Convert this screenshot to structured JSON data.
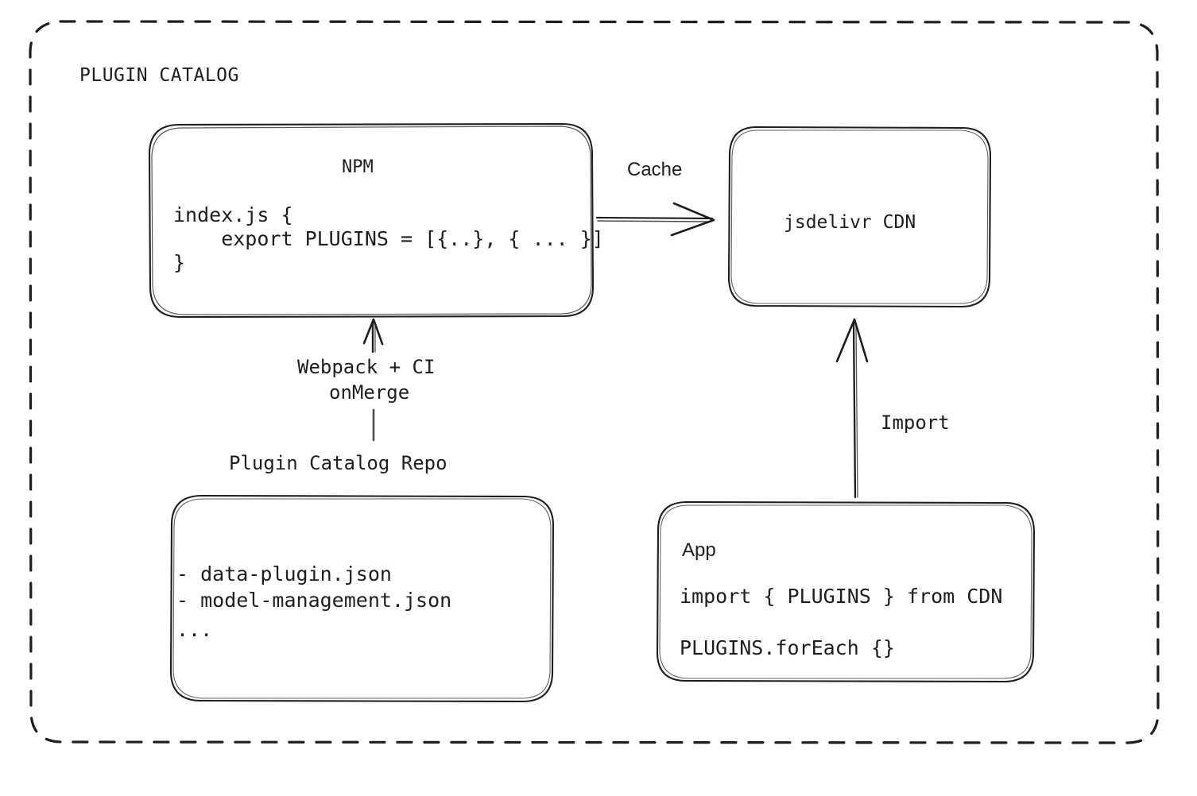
{
  "diagram": {
    "title": "PLUGIN CATALOG",
    "background": "#ffffff",
    "stroke_color": "#1e1e1e",
    "style": "hand-drawn",
    "nodes": {
      "npm": {
        "title": "NPM",
        "code": [
          "index.js {",
          "    export PLUGINS = [{..}, { ... }]",
          "}"
        ]
      },
      "cdn": {
        "title": "jsdelivr CDN"
      },
      "repo": {
        "title": "Plugin Catalog Repo",
        "files": [
          "- data-plugin.json",
          "- model-management.json",
          "..."
        ]
      },
      "app": {
        "title": "App",
        "code": [
          "import { PLUGINS } from CDN",
          "PLUGINS.forEach {}"
        ]
      }
    },
    "edges": {
      "npm_to_cdn": {
        "label": "Cache"
      },
      "repo_to_npm": {
        "label_line1": "Webpack + CI",
        "label_line2": "onMerge"
      },
      "app_to_cdn": {
        "label": "Import"
      }
    }
  }
}
